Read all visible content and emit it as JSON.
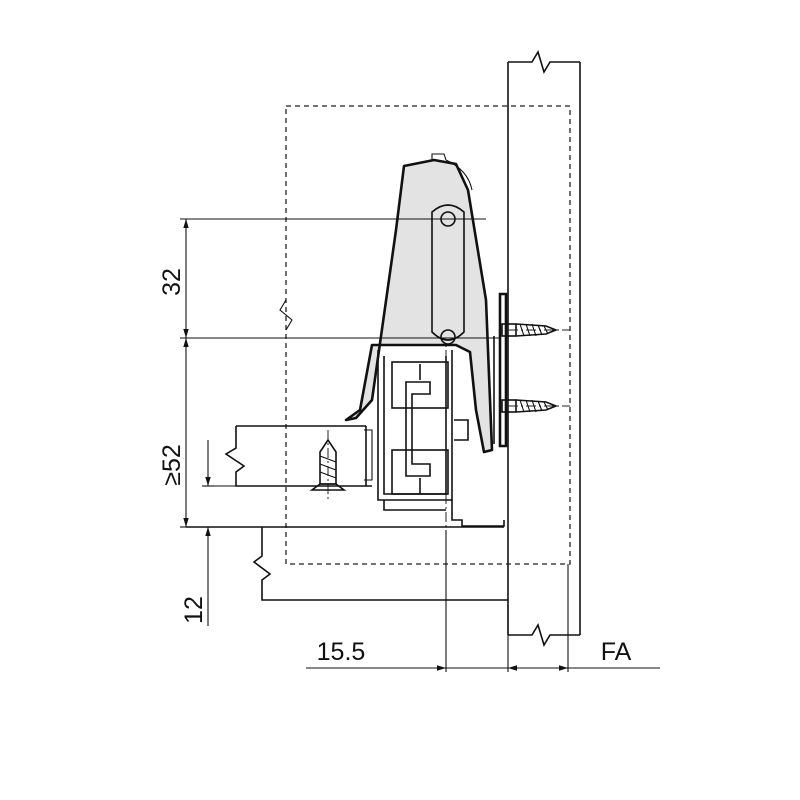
{
  "dimensions": {
    "height_upper": "32",
    "height_lower": "≥52",
    "height_bottom": "12",
    "horizontal_offset": "15.5",
    "front_thickness": "FA"
  },
  "colors": {
    "line": "#111111",
    "hinge_fill": "#e3e3e3",
    "background": "#ffffff"
  }
}
